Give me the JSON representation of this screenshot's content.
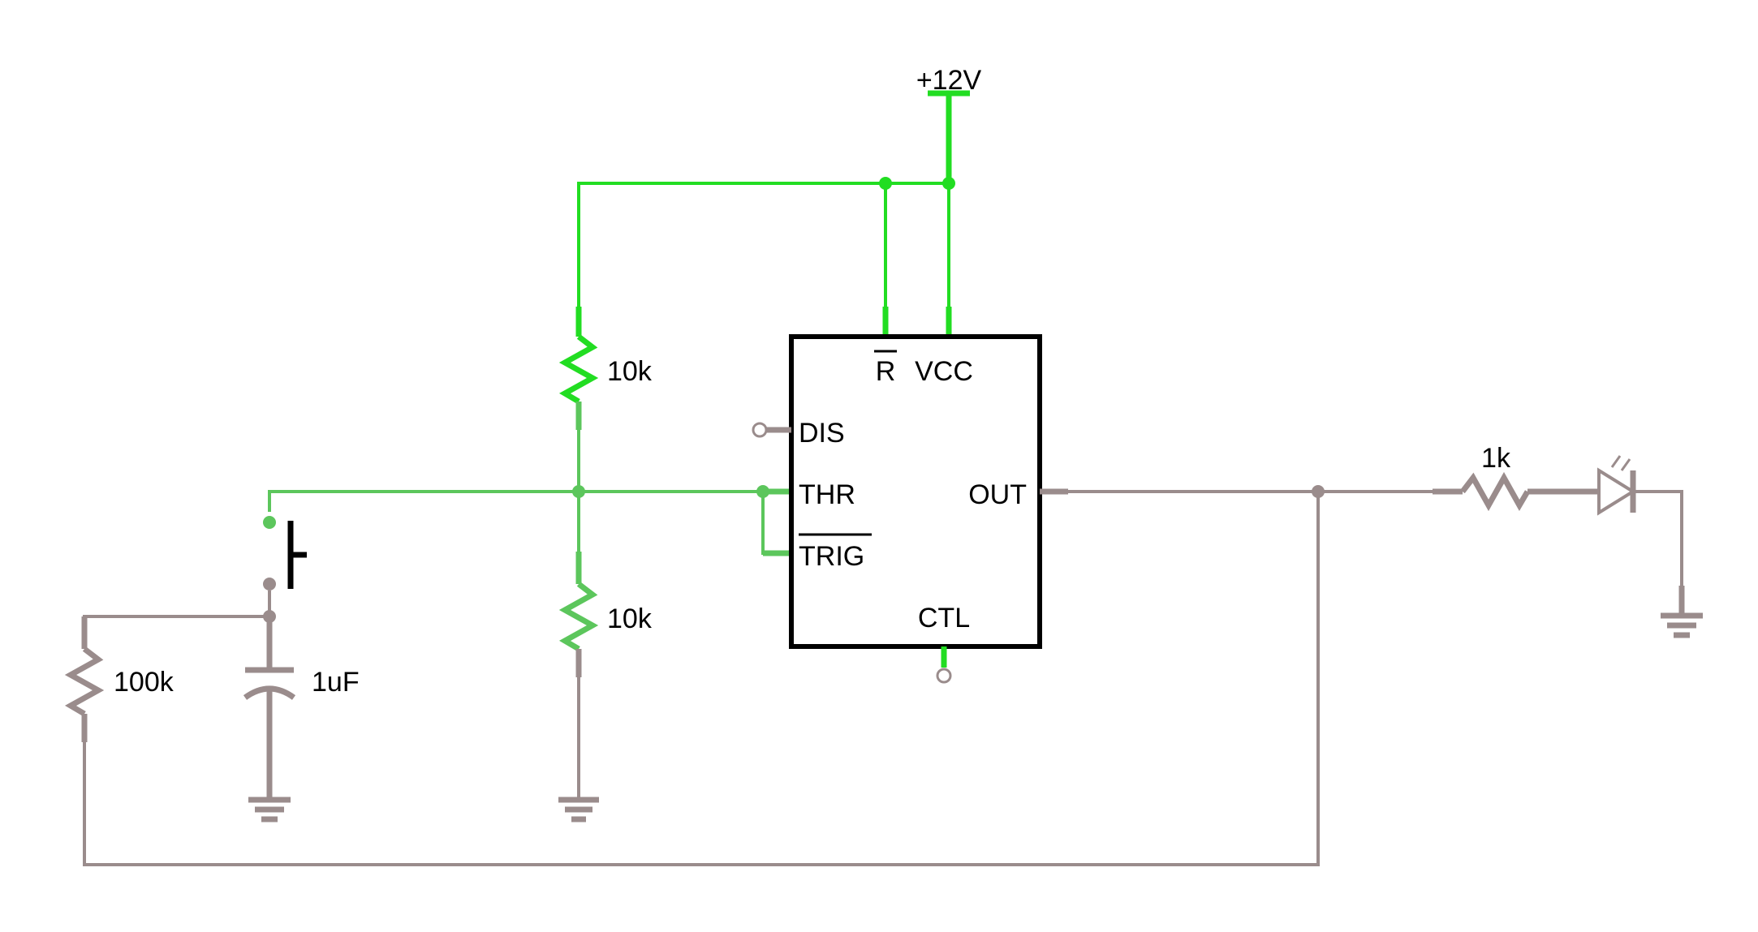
{
  "colors": {
    "supply_wire": "#22dd22",
    "signal_wire": "#5cc65c",
    "ground_wire": "#9a8c8c",
    "ic_outline": "#000000",
    "text": "#000000"
  },
  "supply": {
    "label": "+12V"
  },
  "ic": {
    "pins": {
      "reset": "R",
      "vcc": "VCC",
      "dis": "DIS",
      "thr": "THR",
      "trig": "TRIG",
      "out": "OUT",
      "ctl": "CTL"
    }
  },
  "components": {
    "r_top": {
      "value": "10k"
    },
    "r_bottom": {
      "value": "10k"
    },
    "r_timing": {
      "value": "100k"
    },
    "capacitor": {
      "value": "1uF"
    },
    "r_led": {
      "value": "1k"
    },
    "switch": {
      "type": "push-button"
    },
    "led": {
      "type": "light-emitting diode"
    }
  },
  "icons": [
    "ground-icon",
    "resistor-icon",
    "capacitor-icon",
    "led-icon",
    "push-button-icon",
    "ic-icon"
  ]
}
